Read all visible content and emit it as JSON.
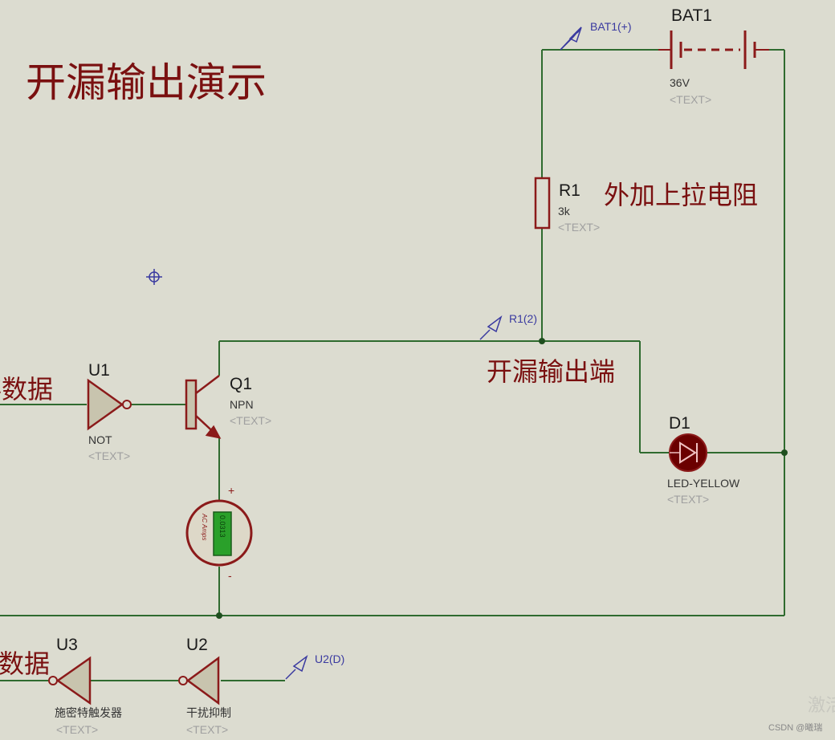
{
  "title": "开漏输出演示",
  "bat1": {
    "ref": "BAT1",
    "value": "36V",
    "text": "<TEXT>",
    "probe": "BAT1(+)"
  },
  "r1": {
    "ref": "R1",
    "value": "3k",
    "text": "<TEXT>",
    "annotation": "外加上拉电阻",
    "probe": "R1(2)"
  },
  "node_label": "开漏输出端",
  "q1": {
    "ref": "Q1",
    "value": "NPN",
    "text": "<TEXT>"
  },
  "u1": {
    "ref": "U1",
    "value": "NOT",
    "text": "<TEXT>",
    "input_label": "存数据"
  },
  "d1": {
    "ref": "D1",
    "value": "LED-YELLOW",
    "text": "<TEXT>"
  },
  "ammeter": {
    "display": "0.0313",
    "caption": "AC Amps",
    "plus": "+",
    "minus": "-"
  },
  "u2": {
    "ref": "U2",
    "value": "干扰抑制",
    "text": "<TEXT>",
    "probe": "U2(D)"
  },
  "u3": {
    "ref": "U3",
    "value": "施密特触发器",
    "text": "<TEXT>",
    "output_label": "数据"
  },
  "watermark": {
    "corner": "激活",
    "credit": "CSDN @曦瑞"
  },
  "colors": {
    "wire": "#2f6b2f",
    "component": "#8b1a1a",
    "label": "#7a1010",
    "probe": "#3a3aa0",
    "placeholder": "#a0a0a0"
  }
}
